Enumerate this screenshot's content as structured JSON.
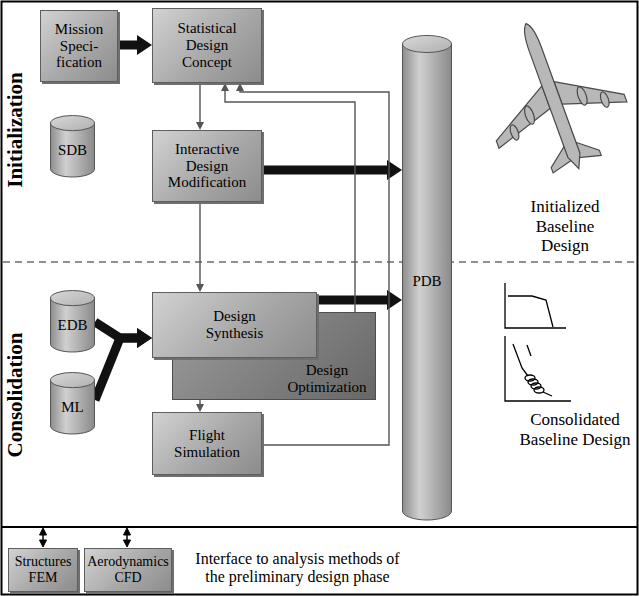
{
  "diagram": {
    "nodes": [
      {
        "text": [
          "Mission Speci- fication"
        ]
      },
      {
        "text": [
          "Statistical Design Concept"
        ]
      },
      {
        "text": [
          "SDB"
        ]
      },
      {
        "text": [
          "Interactive Design Modification"
        ]
      },
      {
        "text": [
          "PDB"
        ]
      },
      {
        "text": [
          "EDB"
        ]
      },
      {
        "text": [
          "Design Synthesis"
        ]
      },
      {
        "text": [
          "Design Optimization"
        ]
      },
      {
        "text": [
          "ML"
        ]
      },
      {
        "text": [
          "Flight Simulation"
        ]
      },
      {
        "text": [
          "Structures FEM"
        ]
      },
      {
        "text": [
          "Aerodynamics CFD"
        ]
      }
    ],
    "edges": [
      {
        "from": 0,
        "to": 1,
        "arrow": "to"
      },
      {
        "from": 1,
        "to": 3,
        "arrow": "to"
      },
      {
        "from": 3,
        "to": 6,
        "arrow": "to"
      },
      {
        "from": 3,
        "to": 4,
        "arrow": "to"
      },
      {
        "from": 5,
        "to": 6,
        "arrow": "to"
      },
      {
        "from": 8,
        "to": 6,
        "arrow": "to"
      },
      {
        "from": 6,
        "to": 4,
        "arrow": "to"
      },
      {
        "from": 6,
        "to": 9,
        "arrow": "to"
      },
      {
        "from": 9,
        "to": 1,
        "arrow": "to"
      },
      {
        "from": 7,
        "to": 1,
        "arrow": "to"
      }
    ],
    "labels": [
      "Initialization",
      "Consolidation",
      "Initialized Baseline Design",
      "Consolidated Baseline Design",
      "Interface to analysis methods of the preliminary design phase"
    ]
  }
}
